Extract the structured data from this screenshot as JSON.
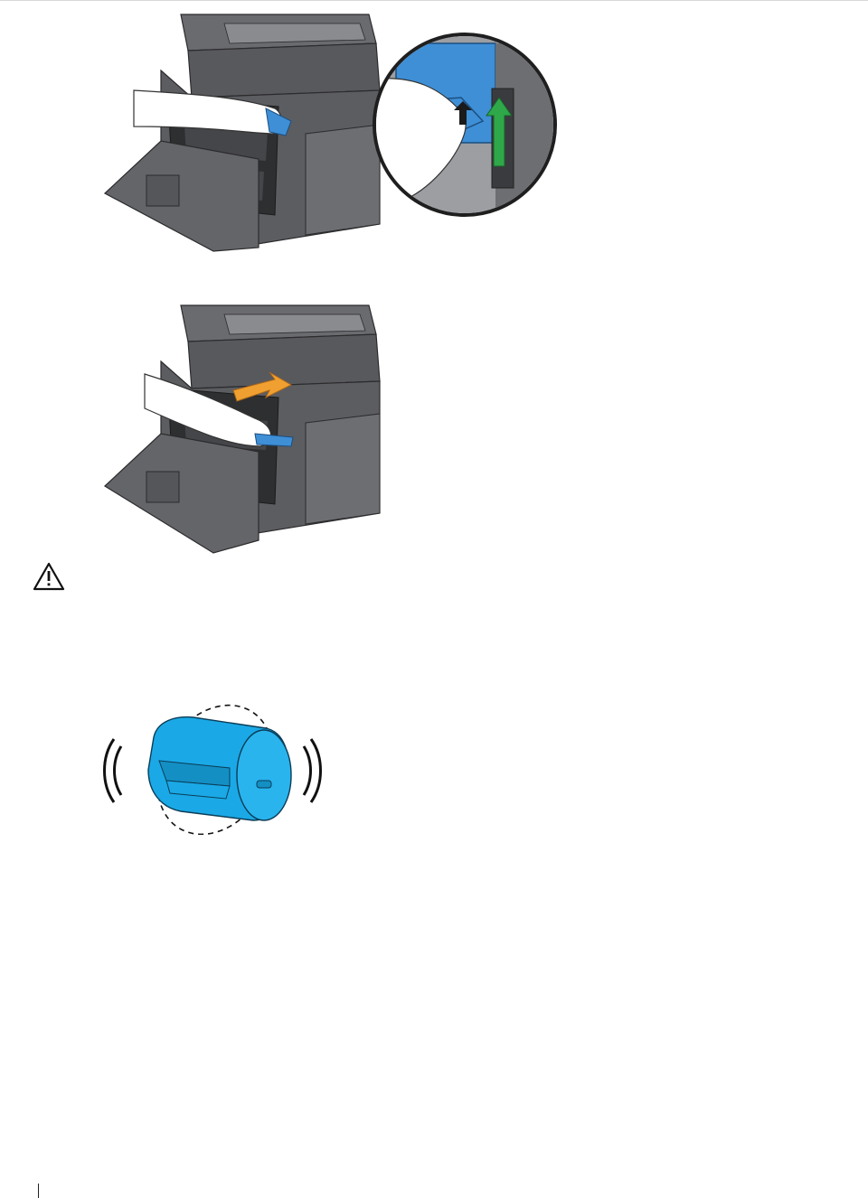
{
  "figures": [
    {
      "id": "step1",
      "icon": "printer-lock-lever-zoom"
    },
    {
      "id": "step2",
      "icon": "printer-insert-cartridge"
    },
    {
      "id": "toner",
      "icon": "toner-cartridge-shake"
    }
  ],
  "caution": {
    "icon": "caution-triangle-icon"
  },
  "colors": {
    "printer_body": "#5f6064",
    "printer_dark": "#3a3b3e",
    "lever_blue": "#3e8fd6",
    "toner_cyan": "#1aa9e6",
    "arrow_green": "#2fa84a",
    "arrow_orange": "#f0a030"
  }
}
